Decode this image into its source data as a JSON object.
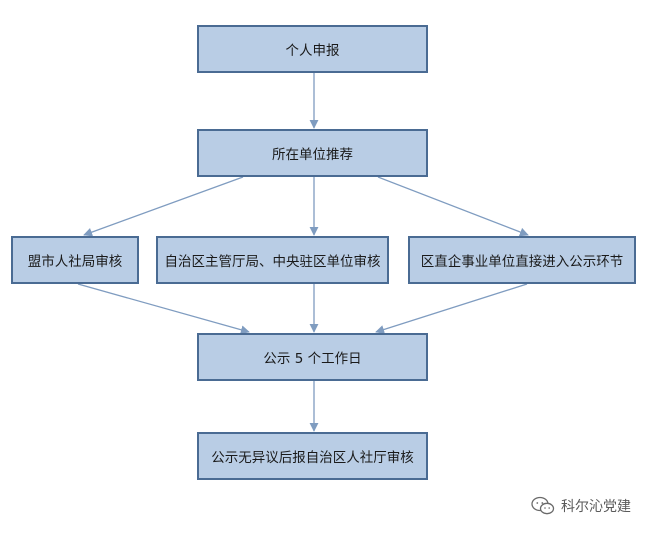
{
  "nodes": {
    "n1": "个人申报",
    "n2": "所在单位推荐",
    "n3": "盟市人社局审核",
    "n4": "自治区主管厅局、中央驻区单位审核",
    "n5": "区直企事业单位直接进入公示环节",
    "n6": "公示 5 个工作日",
    "n7": "公示无异议后报自治区人社厅审核"
  },
  "watermark": {
    "text": "科尔沁党建",
    "icon": "wechat-icon"
  },
  "colors": {
    "box_fill": "#b9cde5",
    "box_border": "#4a6b93",
    "arrow": "#7f9cc0"
  }
}
